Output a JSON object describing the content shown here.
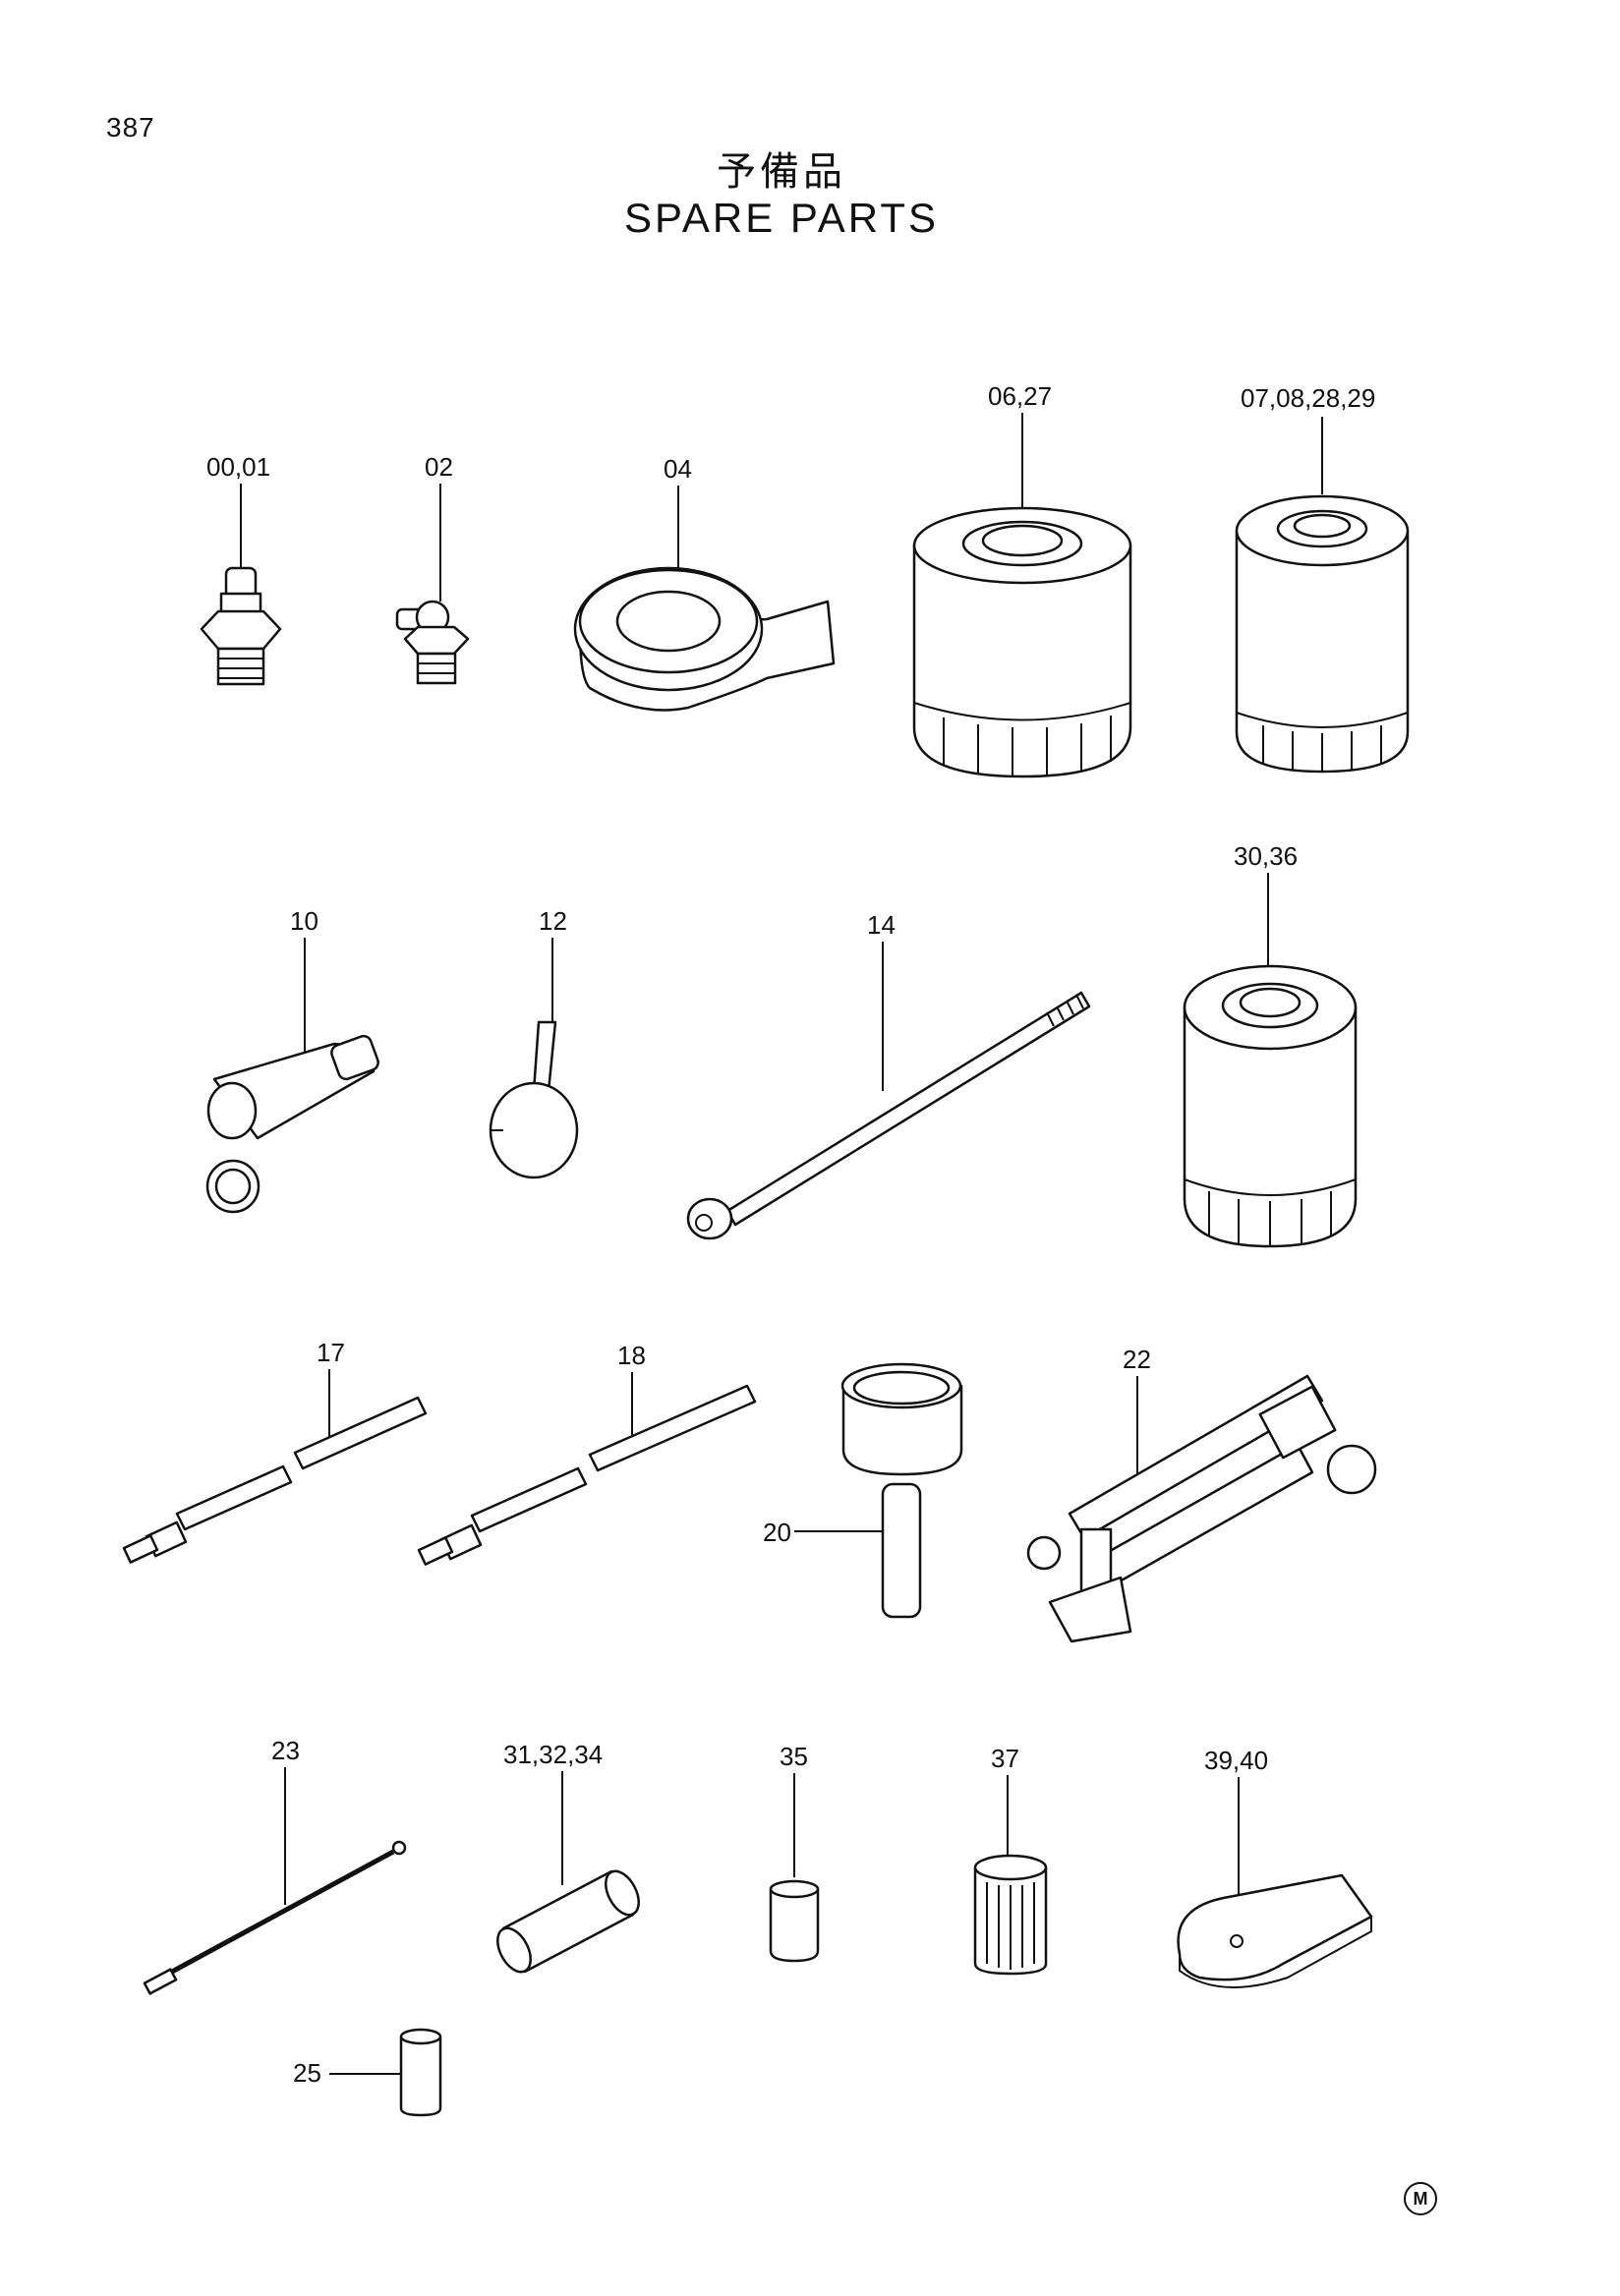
{
  "page": {
    "number": "387",
    "title_jp": "予備品",
    "title_en": "SPARE  PARTS",
    "mark": "M"
  },
  "parts": [
    {
      "key": "p00",
      "label": "00,01"
    },
    {
      "key": "p02",
      "label": "02"
    },
    {
      "key": "p04",
      "label": "04"
    },
    {
      "key": "p06",
      "label": "06,27"
    },
    {
      "key": "p07",
      "label": "07,08,28,29"
    },
    {
      "key": "p10",
      "label": "10"
    },
    {
      "key": "p12",
      "label": "12"
    },
    {
      "key": "p14",
      "label": "14"
    },
    {
      "key": "p30",
      "label": "30,36"
    },
    {
      "key": "p17",
      "label": "17"
    },
    {
      "key": "p18",
      "label": "18"
    },
    {
      "key": "p20",
      "label": "20"
    },
    {
      "key": "p22",
      "label": "22"
    },
    {
      "key": "p23",
      "label": "23"
    },
    {
      "key": "p31",
      "label": "31,32,34"
    },
    {
      "key": "p35",
      "label": "35"
    },
    {
      "key": "p37",
      "label": "37"
    },
    {
      "key": "p39",
      "label": "39,40"
    },
    {
      "key": "p25",
      "label": "25"
    }
  ]
}
